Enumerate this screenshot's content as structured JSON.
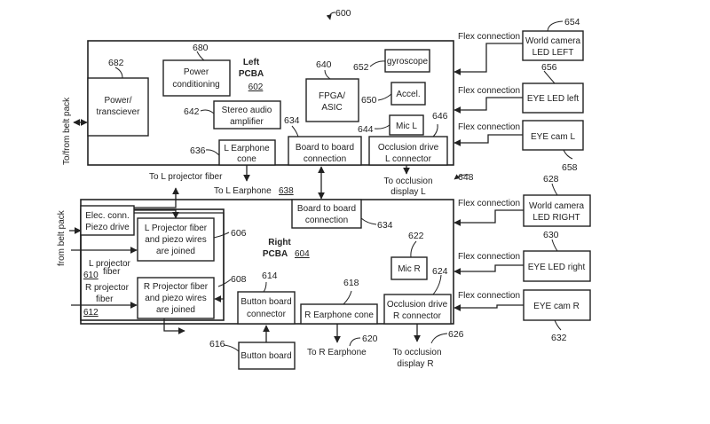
{
  "figure_ref": "600",
  "left_board": {
    "title_line1": "Left",
    "title_line2": "PCBA",
    "ref": "602"
  },
  "right_board": {
    "title_line1": "Right",
    "title_line2": "PCBA",
    "ref": "604"
  },
  "left_components": {
    "power_transceiver": {
      "line1": "Power/",
      "line2": "transciever",
      "ref": "682"
    },
    "power_conditioning": {
      "line1": "Power",
      "line2": "conditioning",
      "ref": "680"
    },
    "stereo_amp": {
      "line1": "Stereo audio",
      "line2": "amplifier",
      "ref": "642"
    },
    "fpga": {
      "line1": "FPGA/",
      "line2": "ASIC",
      "ref": "640"
    },
    "gyroscope": {
      "line1": "gyroscope",
      "ref": "652"
    },
    "accel": {
      "line1": "Accel.",
      "ref": "650"
    },
    "mic_l": {
      "line1": "Mic L",
      "ref": "644"
    },
    "l_earphone_cone": {
      "line1": "L Earphone",
      "line2": "cone",
      "ref": "636"
    },
    "board_to_board_l": {
      "line1": "Board to board",
      "line2": "connection",
      "ref": "634"
    },
    "occlusion_l": {
      "line1": "Occlusion drive",
      "line2": "L connector",
      "ref": "646"
    }
  },
  "right_components": {
    "board_to_board_r": {
      "line1": "Board to board",
      "line2": "connection",
      "ref": "634"
    },
    "elec_conn": {
      "line1": "Elec. conn.",
      "line2": "Piezo drive"
    },
    "l_projector_join": {
      "line1": "L Projector fiber",
      "line2": "and piezo wires",
      "line3": "are joined",
      "ref": "606"
    },
    "r_projector_join": {
      "line1": "R Projector fiber",
      "line2": "and piezo wires",
      "line3": "are joined",
      "ref": "608"
    },
    "mic_r": {
      "line1": "Mic R",
      "ref": "622"
    },
    "button_board_connector": {
      "line1": "Button board",
      "line2": "connector",
      "ref": "614"
    },
    "r_earphone_cone": {
      "line1": "R Earphone cone",
      "ref": "618"
    },
    "occlusion_r": {
      "line1": "Occlusion drive",
      "line2": "R connector",
      "ref": "624"
    }
  },
  "external": {
    "button_board": {
      "line1": "Button board",
      "ref": "616"
    },
    "world_cam_left": {
      "line1": "World camera",
      "line2": "LED LEFT",
      "ref": "654"
    },
    "eye_led_left": {
      "line1": "EYE LED left",
      "ref": "656"
    },
    "eye_cam_left": {
      "line1": "EYE cam L",
      "ref": "658"
    },
    "world_cam_right": {
      "line1": "World camera",
      "line2": "LED RIGHT",
      "ref": "628"
    },
    "eye_led_right": {
      "line1": "EYE LED right",
      "ref": "630"
    },
    "eye_cam_right": {
      "line1": "EYE cam R",
      "ref": "632"
    }
  },
  "labels": {
    "flex": "Flex connection",
    "to_from_belt": "To/from belt pack",
    "from_belt": "from belt pack",
    "to_l_projector_fiber": "To L projector fiber",
    "to_l_earphone": "To L Earphone",
    "to_l_earphone_ref": "638",
    "to_occlusion_l_1": "To occlusion",
    "to_occlusion_l_2": "display L",
    "to_occlusion_l_ref": "648",
    "l_projector_fiber_1": "L projector",
    "l_projector_fiber_2": "fiber",
    "l_projector_fiber_ref": "610",
    "r_projector_fiber_1": "R projector",
    "r_projector_fiber_2": "fiber",
    "r_projector_fiber_ref": "612",
    "to_r_earphone": "To R Earphone",
    "to_r_earphone_ref": "620",
    "to_occlusion_r_1": "To occlusion",
    "to_occlusion_r_2": "display  R",
    "to_occlusion_r_ref": "626"
  }
}
